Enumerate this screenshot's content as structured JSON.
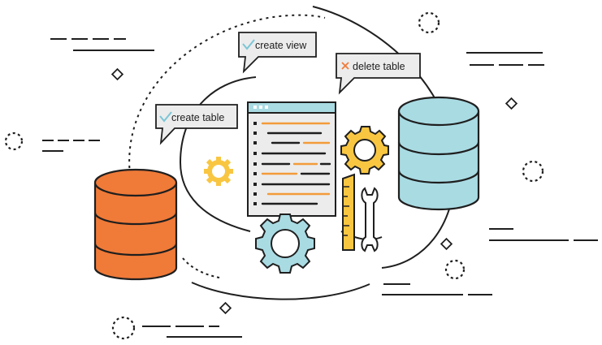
{
  "callouts": {
    "create_view": "create view",
    "delete_table": "delete table",
    "create_table": "create table"
  },
  "icons": {
    "check": "check-icon",
    "cross": "cross-icon",
    "database_left": "database-icon",
    "database_right": "database-icon",
    "gear": "gear-icon",
    "ruler": "ruler-icon",
    "wrench": "wrench-icon",
    "code_window": "code-window-icon"
  },
  "colors": {
    "orange": "#f07a38",
    "orange_dark": "#2b2b2b",
    "blue": "#a9dbe3",
    "yellow": "#f9c642",
    "gear_blue": "#a9dbe3",
    "line": "#1f1f1f",
    "check": "#7cc6d6",
    "cross": "#f07a38",
    "code_orange": "#f39b3a",
    "window_frame": "#a9dbe3",
    "window_body": "#ececec"
  }
}
